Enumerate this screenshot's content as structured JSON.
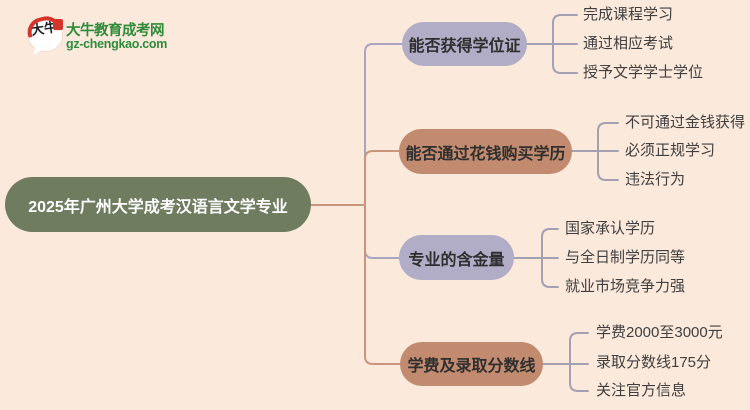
{
  "logo": {
    "bubble_text": "大牛",
    "title": "大牛教育成考网",
    "url": "gz-chengkao.com"
  },
  "root": {
    "label": "2025年广州大学成考汉语言文学专业"
  },
  "branches": [
    {
      "label": "能否获得学位证",
      "color": "lavender",
      "children": [
        "完成课程学习",
        "通过相应考试",
        "授予文学学士学位"
      ]
    },
    {
      "label": "能否通过花钱购买学历",
      "color": "terracotta",
      "children": [
        "不可通过金钱获得",
        "必须正规学习",
        "违法行为"
      ]
    },
    {
      "label": "专业的含金量",
      "color": "lavender",
      "children": [
        "国家承认学历",
        "与全日制学历同等",
        "就业市场竞争力强"
      ]
    },
    {
      "label": "学费及录取分数线",
      "color": "terracotta",
      "children": [
        "学费2000至3000元",
        "录取分数线175分",
        "关注官方信息"
      ]
    }
  ],
  "colors": {
    "bg": "#fbe9dc",
    "root-pill": "#6f7c60",
    "pill-lavender": "#b2adc6",
    "pill-terracotta": "#c28b6f",
    "line-salmon": "#c9967c",
    "line-lavender": "#a9a5c0",
    "line-bracket": "#a3a0b4",
    "text-dark": "#2f2f2f",
    "text-leaf": "#3f3f3f",
    "logo-green": "#2e8b3a",
    "logo-red": "#d6342b"
  }
}
